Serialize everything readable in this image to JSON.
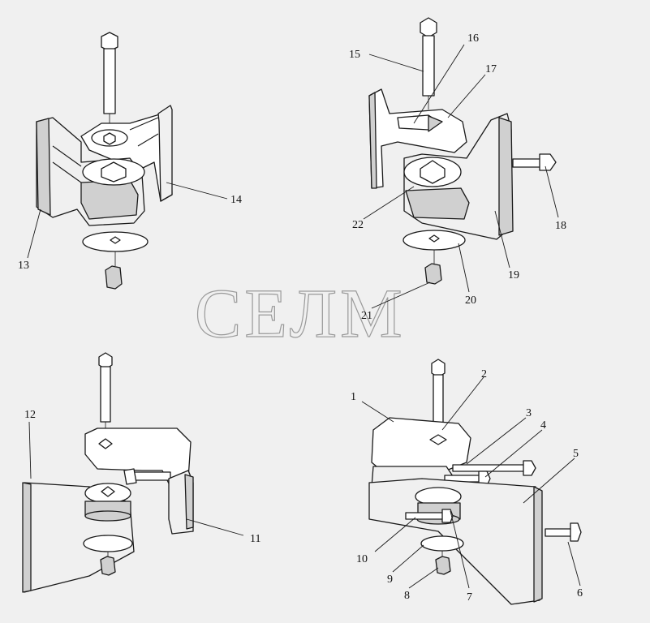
{
  "watermark": "СЕЛМ",
  "callouts": {
    "c1": "1",
    "c2": "2",
    "c3": "3",
    "c4": "4",
    "c5": "5",
    "c6": "6",
    "c7": "7",
    "c8": "8",
    "c9": "9",
    "c10": "10",
    "c11": "11",
    "c12": "12",
    "c13": "13",
    "c14": "14",
    "c15": "15",
    "c16": "16",
    "c17": "17",
    "c18": "18",
    "c19": "19",
    "c20": "20",
    "c21": "21",
    "c22": "22"
  }
}
